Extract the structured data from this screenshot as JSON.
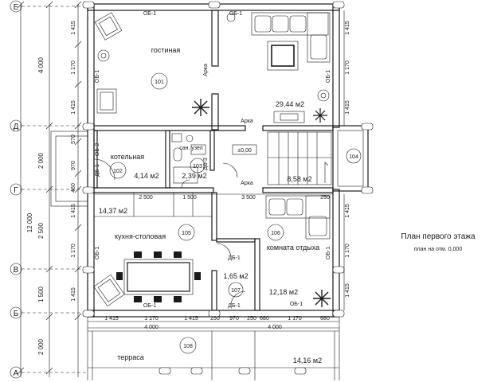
{
  "title": {
    "line1": "План первого этажа",
    "line2": "план на отм. 0,000"
  },
  "axes": {
    "e": "Е",
    "d": "Д",
    "g": "Г",
    "v": "В",
    "b": "Б",
    "a": "А"
  },
  "dims_left": {
    "total": "12 000",
    "seg_top": "4 000",
    "seg_mid1": "2 000",
    "seg_mid2": "2 500",
    "seg_mid3": "1 500",
    "seg_bot": "2 000"
  },
  "dims_inner_left": {
    "a": "1 415",
    "b": "1 170",
    "c": "1 415",
    "d": "570",
    "e": "970",
    "f": "460",
    "g": "1 415",
    "h": "1 170",
    "i": "1 415"
  },
  "dims_mid": {
    "a": "2 500",
    "b": "1 500",
    "c": "3 500",
    "d": "250"
  },
  "dims_bottom": {
    "a": "1 415",
    "b": "1 170",
    "c": "1 415",
    "d": "250",
    "e": "970",
    "f": "250",
    "g": "680",
    "h": "1 170",
    "i": "680",
    "w1": "4 000",
    "w2": "4 000"
  },
  "rooms": {
    "living": {
      "name": "гостиная",
      "num": "101"
    },
    "hall_area": "29,44 м2",
    "boiler": {
      "name": "котельная",
      "num": "102",
      "area": "4,14 м2"
    },
    "bath": {
      "name": "сан. узел",
      "num": "103",
      "area": "2,39 м2"
    },
    "stair": {
      "num": "104",
      "area": "8,58 м2"
    },
    "kitchen": {
      "name": "кухня-столовая",
      "num": "105",
      "area": "14,37 м2"
    },
    "rest": {
      "name": "комната отдыха",
      "num": "106",
      "area": "12,18 м2"
    },
    "corridor": {
      "num": "107",
      "area": "1,65 м2"
    },
    "terrace": {
      "name": "терраса",
      "num": "108",
      "area": "14,16 м2"
    }
  },
  "labels": {
    "arch1": "Арка",
    "arch2": "Арка",
    "arch3": "Арка",
    "level": "±0,00",
    "ob1_a": "ОБ-1",
    "ob1_b": "ОБ-1",
    "ob1_c": "ОБ-1",
    "ob1_d": "ОБ-1",
    "ob1_e": "ОБ-1",
    "ob1_f": "ОБ-1",
    "ob1_g": "ОБ-1",
    "ob2": "ОБ-2",
    "db1_a": "ДБ-1",
    "db1_b": "ДБ-1",
    "db1_c": "ДБ-1",
    "db3": "ДБ-3"
  }
}
